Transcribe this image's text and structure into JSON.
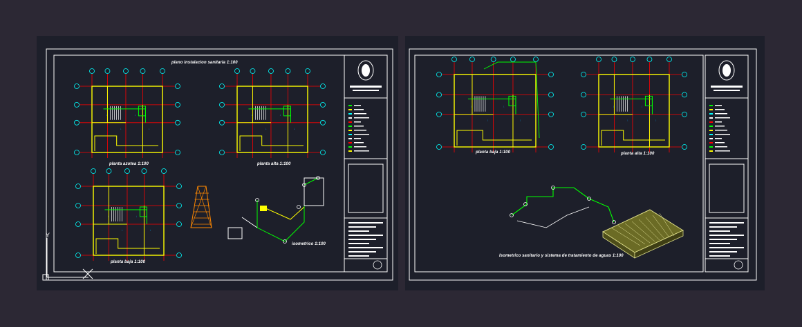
{
  "sheet_1": {
    "title": "plano instalacion sanitaria 1:100",
    "plans": [
      {
        "label": "planta azotea 1:100"
      },
      {
        "label": "planta alta 1:100"
      },
      {
        "label": "planta baja 1:100"
      }
    ],
    "isometric_label": "isometrico 1:100"
  },
  "sheet_2": {
    "plans": [
      {
        "label": "planta baja 1:100"
      },
      {
        "label": "planta alta 1:100"
      }
    ],
    "isometric_label": "Isometrico sanitario y sistema de tratamiento de aguas 1:100"
  },
  "ucs": {
    "y_label": "Y"
  },
  "colors": {
    "background": "#2c2834",
    "paper": "#1d1f2a",
    "border": "#ffffff",
    "grid_axis": "#ff0000",
    "walls": "#ffff00",
    "bubbles": "#00ffff",
    "pipes": "#00ff00"
  }
}
